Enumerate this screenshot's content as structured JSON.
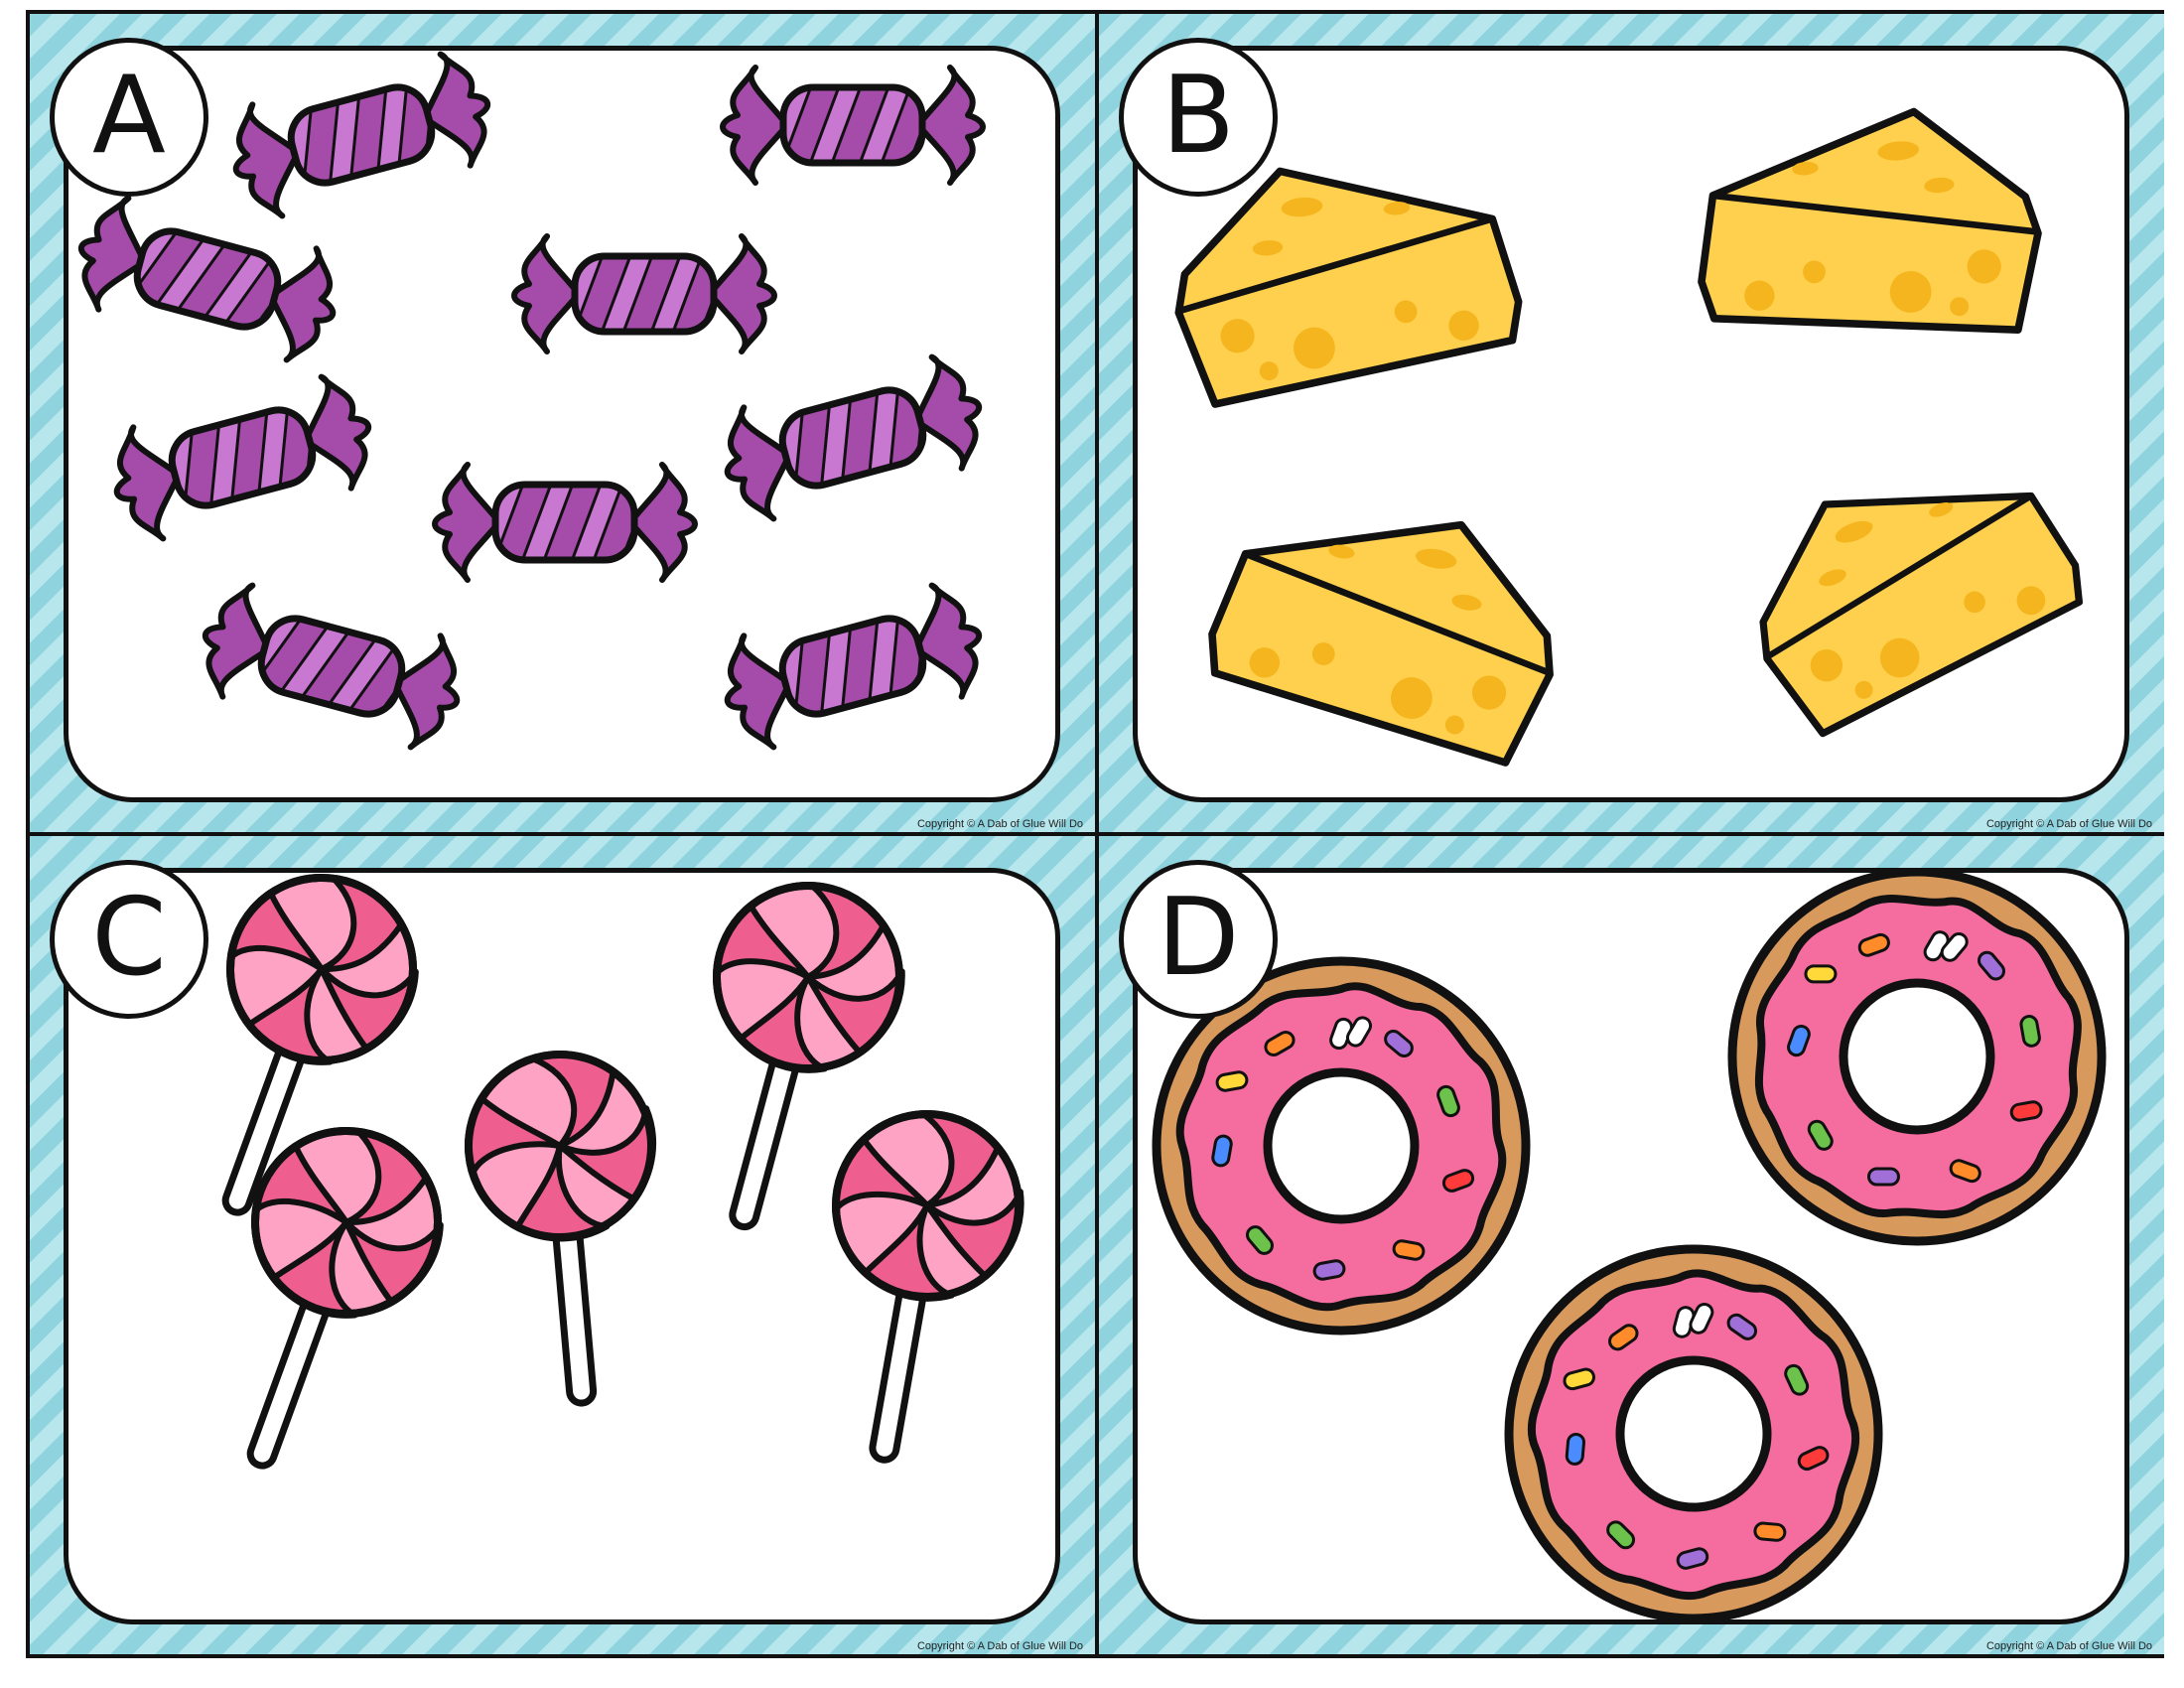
{
  "cards": [
    {
      "letter": "A",
      "item_icon": "wrapped-candy-icon",
      "count_shown": 9,
      "copyright": "Copyright © A Dab of Glue Will Do"
    },
    {
      "letter": "B",
      "item_icon": "cheese-wedge-icon",
      "count_shown": 4,
      "copyright": "Copyright © A Dab of Glue Will Do"
    },
    {
      "letter": "C",
      "item_icon": "lollipop-icon",
      "count_shown": 5,
      "copyright": "Copyright © A Dab of Glue Will Do"
    },
    {
      "letter": "D",
      "item_icon": "donut-icon",
      "count_shown": 3,
      "copyright": "Copyright © A Dab of Glue Will Do"
    }
  ],
  "colors": {
    "border_stripe_dark": "#8ed3dd",
    "border_stripe_light": "#b7e6ec",
    "candy_purple": "#a54ba9",
    "candy_stripe": "#c978d2",
    "cheese_yellow": "#ffd04d",
    "cheese_holes": "#f5b51e",
    "lollipop_dark": "#ee5f8f",
    "lollipop_light": "#ffa3c4",
    "donut_dough": "#d8995d",
    "donut_icing": "#f56c9e"
  }
}
